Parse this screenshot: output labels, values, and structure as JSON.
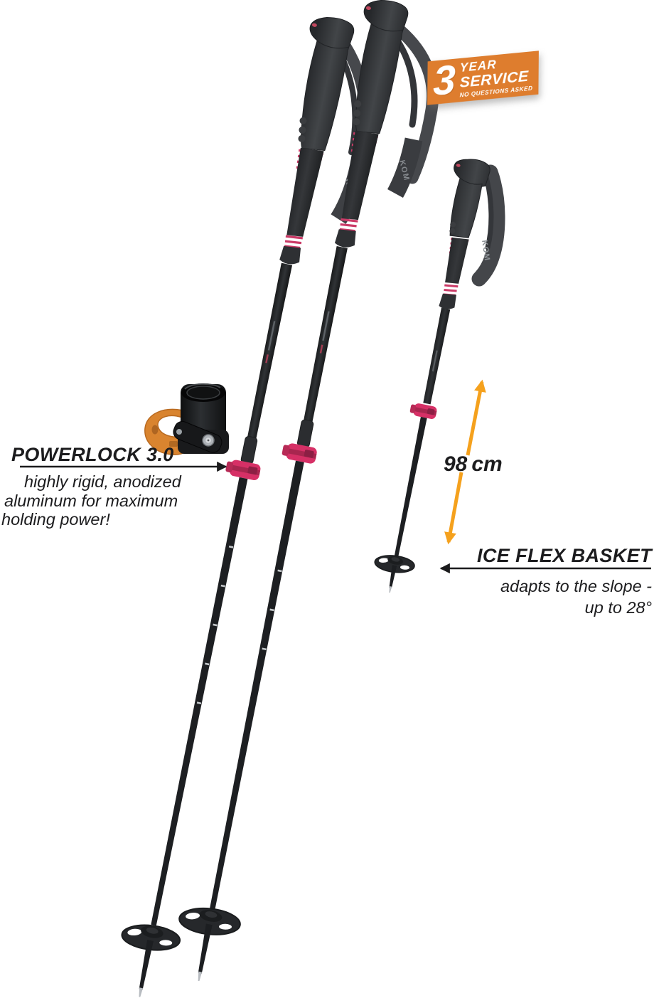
{
  "badge": {
    "number": "3",
    "word1": "YEAR",
    "word2": "SERVICE",
    "subline": "NO QUESTIONS ASKED",
    "bg_color": "#de7d2e"
  },
  "callouts": {
    "powerlock": {
      "title": "POWERLOCK 3.0",
      "desc_line1": "highly rigid, anodized",
      "desc_line2": "aluminum for maximum",
      "desc_line3": "holding power!"
    },
    "ice_flex": {
      "title": "ICE FLEX BASKET",
      "desc_line1": "adapts to the slope -",
      "desc_line2": "up to 28°"
    },
    "measurement": {
      "value": "98",
      "unit": "cm",
      "arrow_color": "#f5a11d"
    }
  },
  "product": {
    "strap_logo": "KOM",
    "accent_pink": "#d63066",
    "badge_orange": "#de7d2e"
  }
}
